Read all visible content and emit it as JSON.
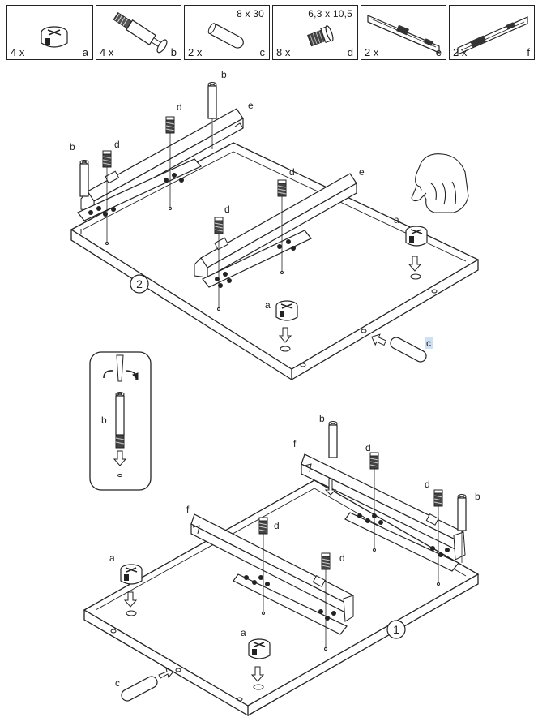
{
  "parts": [
    {
      "qty": "4 x",
      "letter": "a",
      "spec": "",
      "icon": "cam-lock-icon"
    },
    {
      "qty": "4 x",
      "letter": "b",
      "spec": "",
      "icon": "connecting-bolt-icon"
    },
    {
      "qty": "2 x",
      "letter": "c",
      "spec": "8 x 30",
      "icon": "wooden-dowel-icon"
    },
    {
      "qty": "8 x",
      "letter": "d",
      "spec": "6,3 x 10,5",
      "icon": "euro-screw-icon"
    },
    {
      "qty": "2 x",
      "letter": "e",
      "spec": "",
      "icon": "drawer-runner-left-icon"
    },
    {
      "qty": "2 x",
      "letter": "f",
      "spec": "",
      "icon": "drawer-runner-right-icon"
    }
  ],
  "step_top": {
    "number": "2",
    "labels": {
      "b1": "b",
      "b2": "b",
      "d1": "d",
      "d2": "d",
      "d3": "d",
      "d4": "d",
      "e1": "e",
      "e2": "e",
      "a1": "a",
      "a2": "a",
      "c": "c"
    }
  },
  "detail": {
    "label": "b"
  },
  "step_bottom": {
    "number": "1",
    "labels": {
      "b1": "b",
      "b2": "b",
      "f1": "f",
      "f2": "f",
      "d1": "d",
      "d2": "d",
      "d3": "d",
      "d4": "d",
      "a1": "a",
      "a2": "a",
      "c": "c"
    }
  },
  "colors": {
    "line": "#1a1a1a",
    "highlight": "#cfe0f5",
    "shade": "#9a9a9a"
  }
}
